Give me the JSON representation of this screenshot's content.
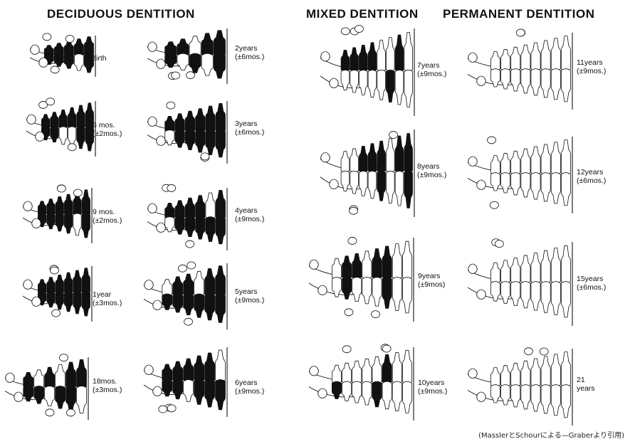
{
  "headings": {
    "deciduous": "DECIDUOUS DENTITION",
    "mixed": "MIXED DENTITION",
    "permanent": "PERMANENT DENTITION"
  },
  "stages": [
    {
      "line1": "Birth",
      "line2": "",
      "group": "deciduous"
    },
    {
      "line1": "2years",
      "line2": "(±6mos.)",
      "group": "deciduous"
    },
    {
      "line1": "6 mos.",
      "line2": "(±2mos.)",
      "group": "deciduous"
    },
    {
      "line1": "3years",
      "line2": "(±6mos.)",
      "group": "deciduous"
    },
    {
      "line1": "9 mos.",
      "line2": "(±2mos.)",
      "group": "deciduous"
    },
    {
      "line1": "4years",
      "line2": "(±9mos.)",
      "group": "deciduous"
    },
    {
      "line1": "1year",
      "line2": "(±3mos.)",
      "group": "deciduous"
    },
    {
      "line1": "5years",
      "line2": "(±9mos.)",
      "group": "deciduous"
    },
    {
      "line1": "18mos.",
      "line2": "(±3mos.)",
      "group": "deciduous"
    },
    {
      "line1": "6years",
      "line2": "(±9mos.)",
      "group": "deciduous"
    },
    {
      "line1": "7years",
      "line2": "(±9mos.)",
      "group": "mixed"
    },
    {
      "line1": "8years",
      "line2": "(±9mos.)",
      "group": "mixed"
    },
    {
      "line1": "9years",
      "line2": "(±9mos)",
      "group": "mixed"
    },
    {
      "line1": "10years",
      "line2": "(±9mos.)",
      "group": "mixed"
    },
    {
      "line1": "11years",
      "line2": "(±9mos.)",
      "group": "permanent"
    },
    {
      "line1": "12years",
      "line2": "(±6mos.)",
      "group": "permanent"
    },
    {
      "line1": "15years",
      "line2": "(±6mos.)",
      "group": "permanent"
    },
    {
      "line1": "21",
      "line2": "years",
      "group": "permanent"
    }
  ],
  "credit": "(MasslerとSchourによる—Graberより引用)",
  "colors": {
    "ink": "#111111",
    "paper": "#ffffff"
  }
}
